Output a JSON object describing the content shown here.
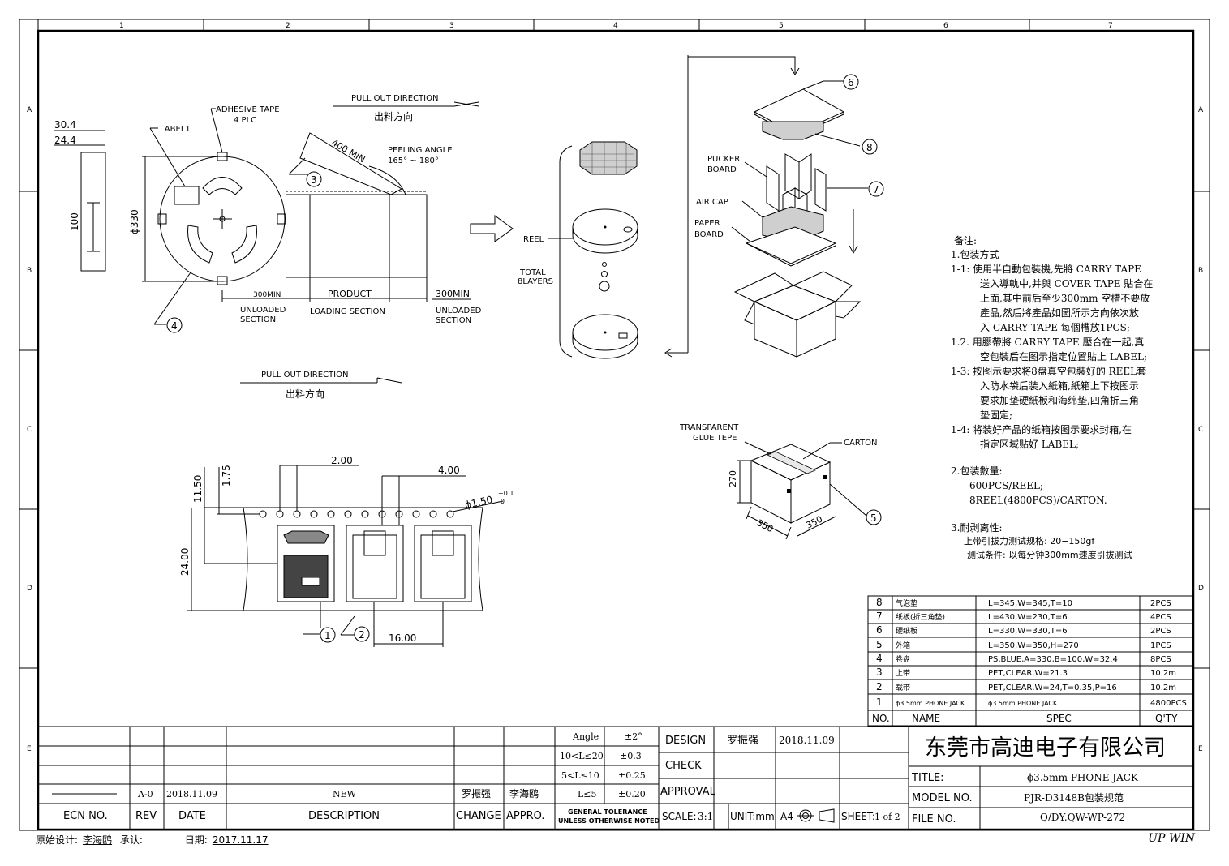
{
  "frame": {
    "columns": [
      "1",
      "2",
      "3",
      "4",
      "5",
      "6",
      "7"
    ],
    "rows": [
      "A",
      "B",
      "C",
      "D",
      "E"
    ]
  },
  "reel_view": {
    "dim_30_4": "30.4",
    "dim_24_4": "24.4",
    "dim_100": "100",
    "dim_dia_330": "ϕ330",
    "label1": "LABEL1",
    "adhesive_tape": "ADHESIVE TAPE",
    "adhesive_qty": "4 PLC",
    "dim_400_min": "400 MIN",
    "peeling_angle": "PEELING ANGLE",
    "peeling_range": "165° ~ 180°",
    "min_300_left": "300MIN",
    "product": "PRODUCT",
    "min_300_right": "300MIN",
    "unloaded_section_left_1": "UNLOADED",
    "unloaded_section_left_2": "SECTION",
    "loading_section": "LOADING SECTION",
    "unloaded_section_right_1": "UNLOADED",
    "unloaded_section_right_2": "SECTION",
    "callout_3": "3",
    "callout_4": "4"
  },
  "pull_out_top": {
    "en": "PULL OUT DIRECTION",
    "cn": "出料方向"
  },
  "pull_out_mid": {
    "en": "PULL OUT DIRECTION",
    "cn": "出料方向"
  },
  "stack_view": {
    "reel": "REEL",
    "total_1": "TOTAL",
    "total_2": "8LAYERS",
    "pucker_1": "PUCKER",
    "pucker_2": "BOARD",
    "air_cap": "AIR CAP",
    "paper_1": "PAPER",
    "paper_2": "BOARD",
    "callout_6": "6",
    "callout_7": "7",
    "callout_8": "8"
  },
  "carton_view": {
    "transparent": "TRANSPARENT",
    "glue": "GLUE TEPE",
    "carton": "CARTON",
    "dim_270": "270",
    "dim_350a": "350",
    "dim_350b": "350",
    "callout_5": "5"
  },
  "tape_view": {
    "dim_2_00": "2.00",
    "dim_4_00": "4.00",
    "dim_11_50": "11.50",
    "dim_1_75": "1.75",
    "dim_hole": "ϕ1.50",
    "tol_hole_plus": "+0.1",
    "tol_hole_minus": "-0",
    "dim_24_00": "24.00",
    "dim_16_00": "16.00",
    "callout_1": "1",
    "callout_2": "2"
  },
  "notes": {
    "heading": "备注:",
    "l1": "1.包装方式",
    "l2": "1-1: 使用半自動包裝機,先將 CARRY TAPE",
    "l3": "送入導軌中,并與 COVER TAPE 貼合在",
    "l4": "上面,其中前后至少300mm 空槽不要放",
    "l5": "產品,然后將產品如圖所示方向依次放",
    "l6": "入 CARRY TAPE 每個槽放1PCS;",
    "l7": "1.2. 用膠帶將 CARRY TAPE 壓合在一起,真",
    "l8": "空包裝后在图示指定位置貼上 LABEL;",
    "l9": "1-3: 按图示要求将8盘真空包裝好的 REEL套",
    "l10": "入防水袋后装入紙箱,紙箱上下按图示",
    "l11": "要求加垫硬紙板和海绵垫,四角折三角",
    "l12": "垫固定;",
    "l13": "1-4: 将装好产品的纸箱按图示要求封箱,在",
    "l14": "指定区域贴好 LABEL;",
    "l15": "2.包装數量:",
    "l16": "600PCS/REEL;",
    "l17": "8REEL(4800PCS)/CARTON.",
    "l18": "3.耐剥离性:",
    "l19": "上带引拔力测试规格: 20−150gf",
    "l20": "测试条件: 以每分钟300mm速度引拔测试"
  },
  "bom": {
    "rows": [
      {
        "no": "8",
        "name": "气泡垫",
        "spec": "L=345,W=345,T=10",
        "qty": "2PCS"
      },
      {
        "no": "7",
        "name": "纸板(折三角垫)",
        "spec": "L=430,W=230,T=6",
        "qty": "4PCS"
      },
      {
        "no": "6",
        "name": "硬纸板",
        "spec": "L=330,W=330,T=6",
        "qty": "2PCS"
      },
      {
        "no": "5",
        "name": "外箱",
        "spec": "L=350,W=350,H=270",
        "qty": "1PCS"
      },
      {
        "no": "4",
        "name": "卷盘",
        "spec": "PS,BLUE,A=330,B=100,W=32.4",
        "qty": "8PCS"
      },
      {
        "no": "3",
        "name": "上带",
        "spec": "PET,CLEAR,W=21.3",
        "qty": "10.2m"
      },
      {
        "no": "2",
        "name": "载带",
        "spec": "PET,CLEAR,W=24,T=0.35,P=16",
        "qty": "10.2m"
      },
      {
        "no": "1",
        "name": "ϕ3.5mm PHONE JACK",
        "spec": "ϕ3.5mm PHONE JACK",
        "qty": "4800PCS"
      }
    ],
    "header": {
      "no": "NO.",
      "name": "NAME",
      "spec": "SPEC",
      "qty": "Q'TY"
    }
  },
  "title_block": {
    "rev_row": {
      "rev": "A-0",
      "date": "2018.11.09",
      "desc": "NEW",
      "change": "罗振强",
      "appro": "李海鸥"
    },
    "headers": {
      "ecn": "ECN NO.",
      "rev": "REV",
      "date": "DATE",
      "desc": "DESCRIPTION",
      "change": "CHANGE",
      "appro": "APPRO."
    },
    "tolerance": {
      "angle_label": "Angle",
      "angle_val": "±2°",
      "r1_label": "10<L≤20",
      "r1_val": "±0.3",
      "r2_label": "5<L≤10",
      "r2_val": "±0.25",
      "r3_label": "L≤5",
      "r3_val": "±0.20",
      "gen1": "GENERAL TOLERANCE",
      "gen2": "UNLESS OTHERWISE NOTED"
    },
    "design": "DESIGN",
    "design_name": "罗振强",
    "design_date": "2018.11.09",
    "check": "CHECK",
    "approval": "APPROVAL",
    "scale_label": "SCALE:",
    "scale_val": "3:1",
    "unit": "UNIT:mm",
    "paper": "A4",
    "sheet_label": "SHEET:",
    "sheet_val": "1 of 2",
    "company": "东莞市高迪电子有限公司",
    "title_label": "TITLE:",
    "title_val": "ϕ3.5mm PHONE JACK",
    "model_label": "MODEL NO.",
    "model_val": "PJR-D3148B包装规范",
    "file_label": "FILE NO.",
    "file_val": "Q/DY.QW-WP-272"
  },
  "footer": {
    "orig_label": "原始设计:",
    "orig_name": "李海鸥",
    "confirm_label": "承认:",
    "confirm_name": "",
    "date_label": "日期:",
    "date_val": "2017.11.17",
    "upwin": "UP WIN"
  }
}
